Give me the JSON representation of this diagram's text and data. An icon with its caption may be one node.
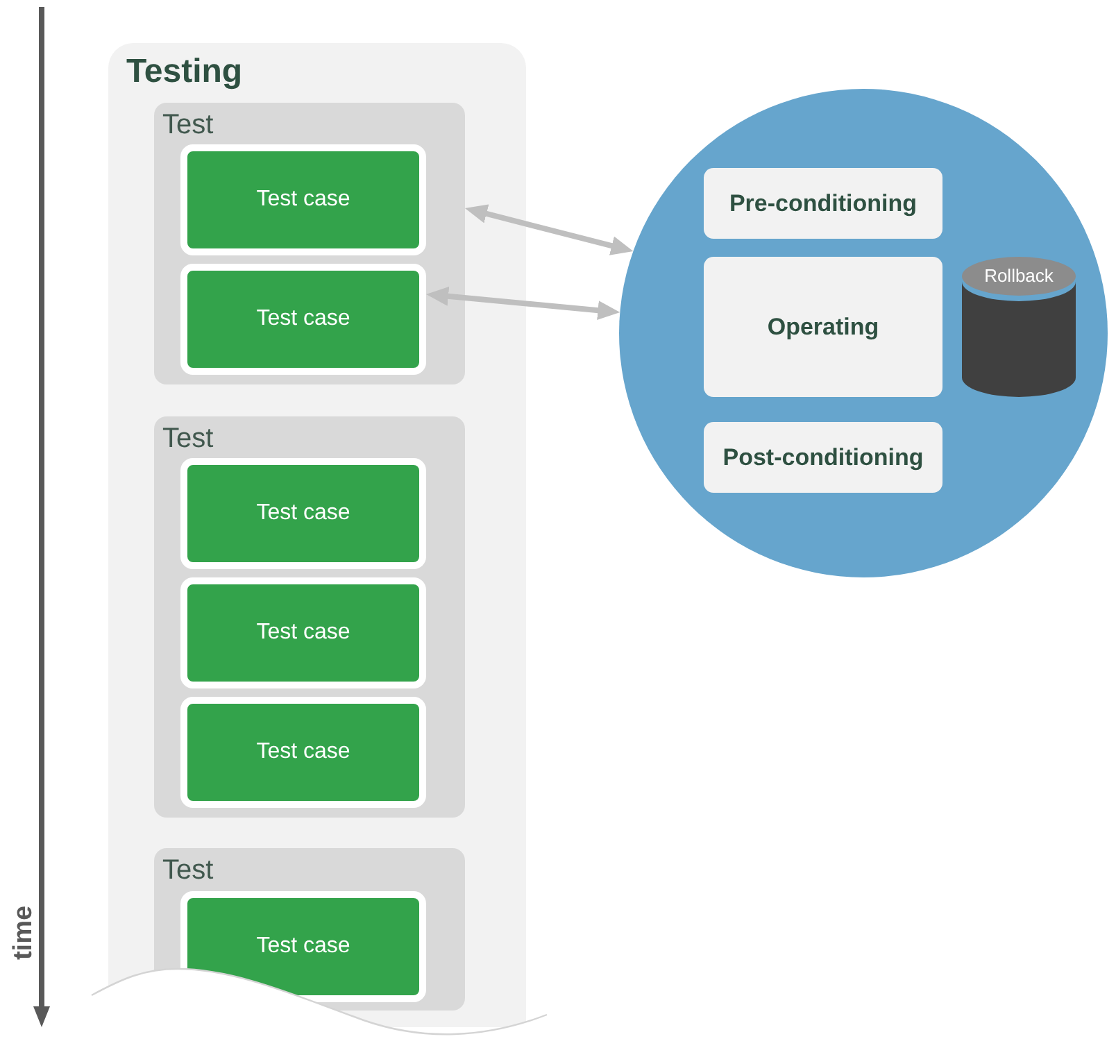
{
  "diagram": {
    "nodes": [
      {
        "text": [
          "Testing"
        ]
      },
      {
        "text": [
          "Test"
        ],
        "in": 0
      },
      {
        "text": [
          "Test case"
        ],
        "in": 1
      },
      {
        "text": [
          "Test case"
        ],
        "in": 1
      },
      {
        "text": [
          "Test"
        ],
        "in": 0
      },
      {
        "text": [
          "Test case"
        ],
        "in": 4
      },
      {
        "text": [
          "Test case"
        ],
        "in": 4
      },
      {
        "text": [
          "Test case"
        ],
        "in": 4
      },
      {
        "text": [
          "Test"
        ],
        "in": 0
      },
      {
        "text": [
          "Test case"
        ],
        "in": 8
      },
      {
        "text": [],
        "shape": "circle"
      },
      {
        "text": [
          "Pre-conditioning"
        ],
        "in": 10
      },
      {
        "text": [
          "Operating"
        ],
        "in": 10
      },
      {
        "text": [
          "Rollback"
        ],
        "in": 10
      },
      {
        "text": [
          "Post-conditioning"
        ],
        "in": 10
      }
    ],
    "edges": [
      {
        "from": 1,
        "to": 10,
        "arrow": "both"
      },
      {
        "from": 3,
        "to": 10,
        "arrow": "both"
      }
    ],
    "labels": [
      "time"
    ]
  }
}
